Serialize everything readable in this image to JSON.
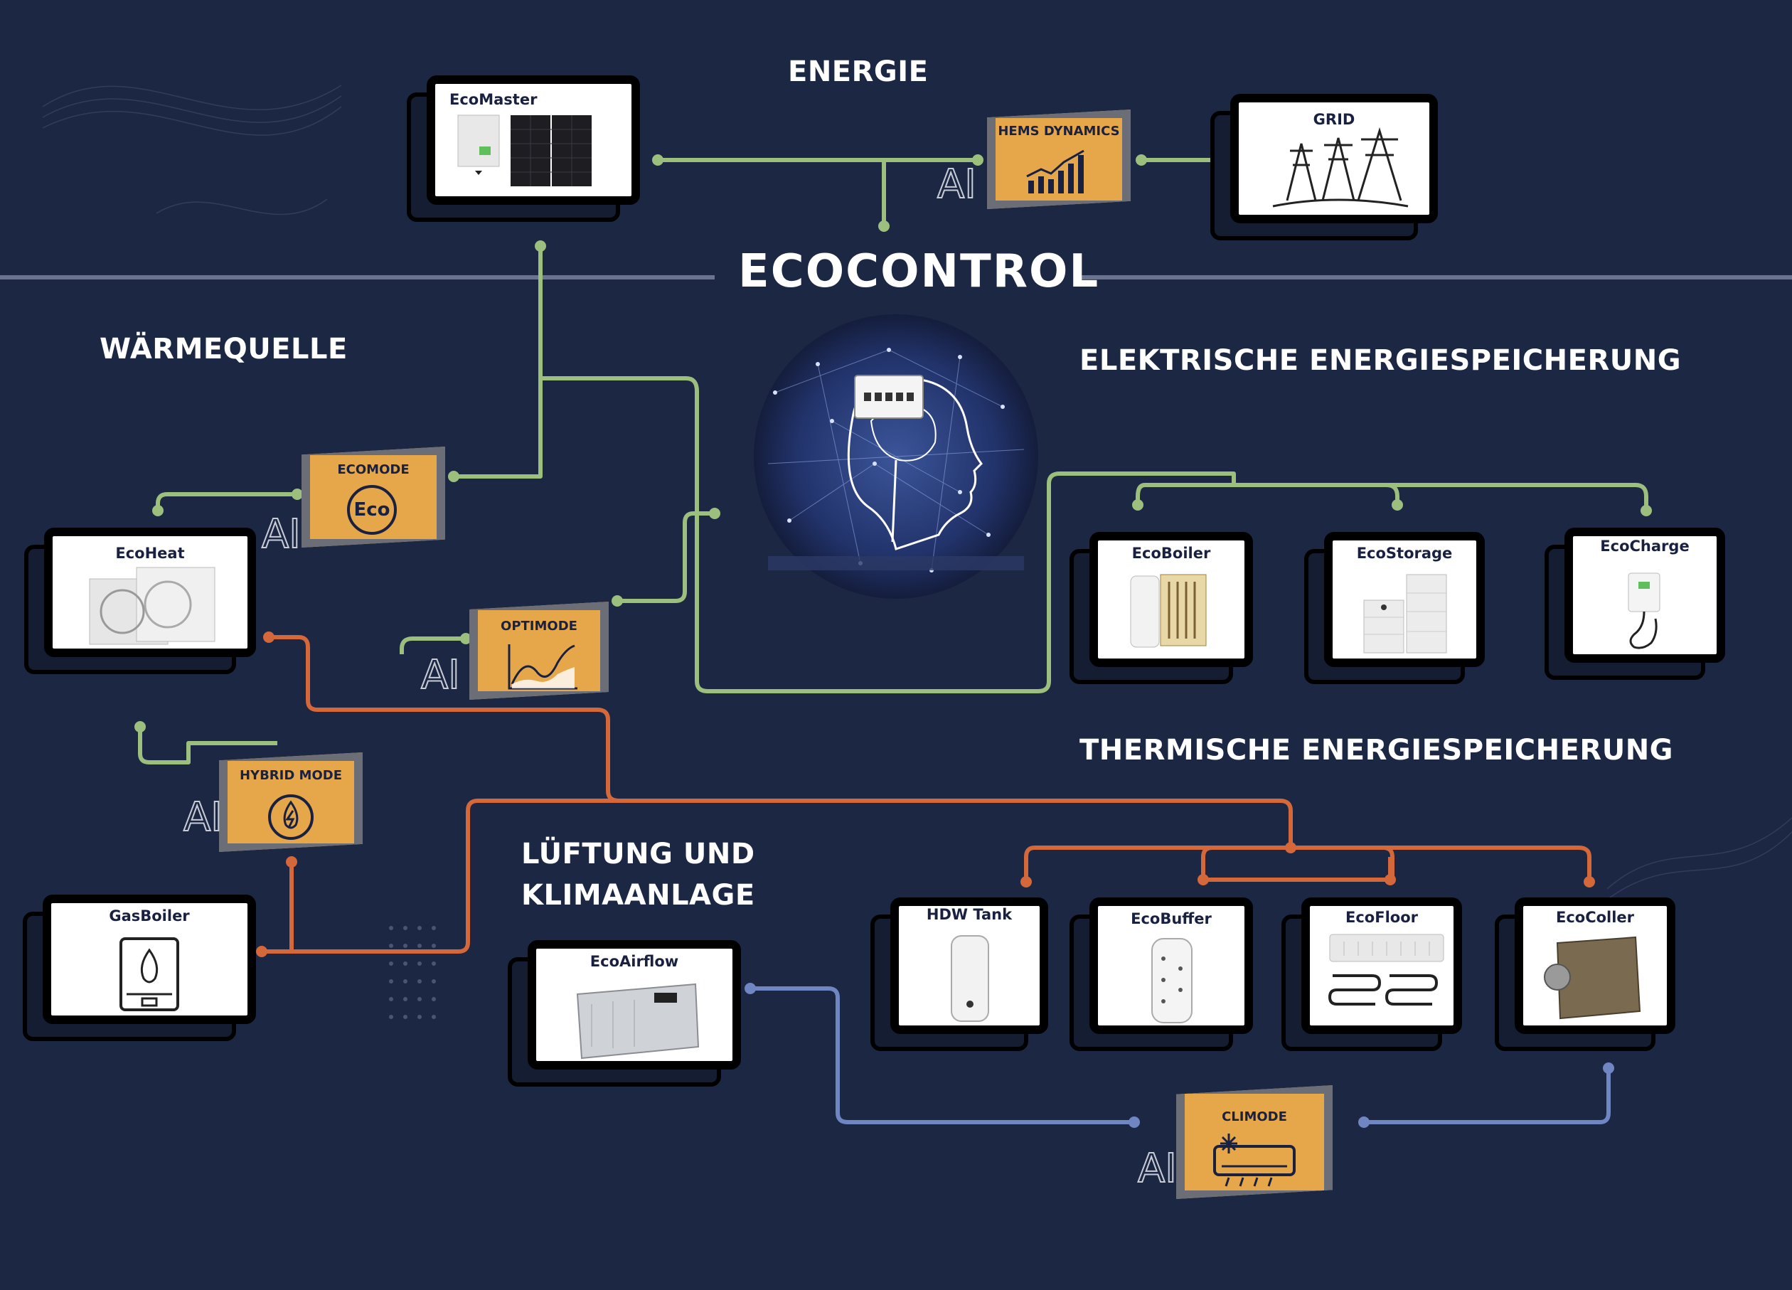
{
  "headings": {
    "energie": "ENERGIE",
    "ecocontrol": "ECOCONTROL",
    "waermequelle": "WÄRMEQUELLE",
    "elektrisch": "ELEKTRISCHE ENERGIESPEICHERUNG",
    "thermisch": "THERMISCHE ENERGIESPEICHERUNG",
    "lueftung_line1": "LÜFTUNG UND",
    "lueftung_line2": "KLIMAANLAGE"
  },
  "devices": {
    "ecomaster": "EcoMaster",
    "grid": "GRID",
    "ecoheat": "EcoHeat",
    "gasboiler": "GasBoiler",
    "ecoboiler": "EcoBoiler",
    "ecostorage": "EcoStorage",
    "ecocharge": "EcoCharge",
    "hdw_tank": "HDW Tank",
    "ecobuffer": "EcoBuffer",
    "ecofloor": "EcoFloor",
    "ecocoller": "EcoColler",
    "ecoairflow": "EcoAirflow"
  },
  "modes": {
    "hems": "HEMS DYNAMICS",
    "ecomode": "ECOMODE",
    "ecomode_badge": "Eco",
    "optimode": "OPTIMODE",
    "hybrid": "HYBRID MODE",
    "climode": "CLIMODE"
  },
  "ai_label": "AI",
  "colors": {
    "background": "#1c2744",
    "green_line": "#9dbf7e",
    "orange_line": "#d4683a",
    "blue_line": "#6f86c2",
    "mode_fill": "#e5a74a",
    "mode_border": "#6b6e76"
  }
}
